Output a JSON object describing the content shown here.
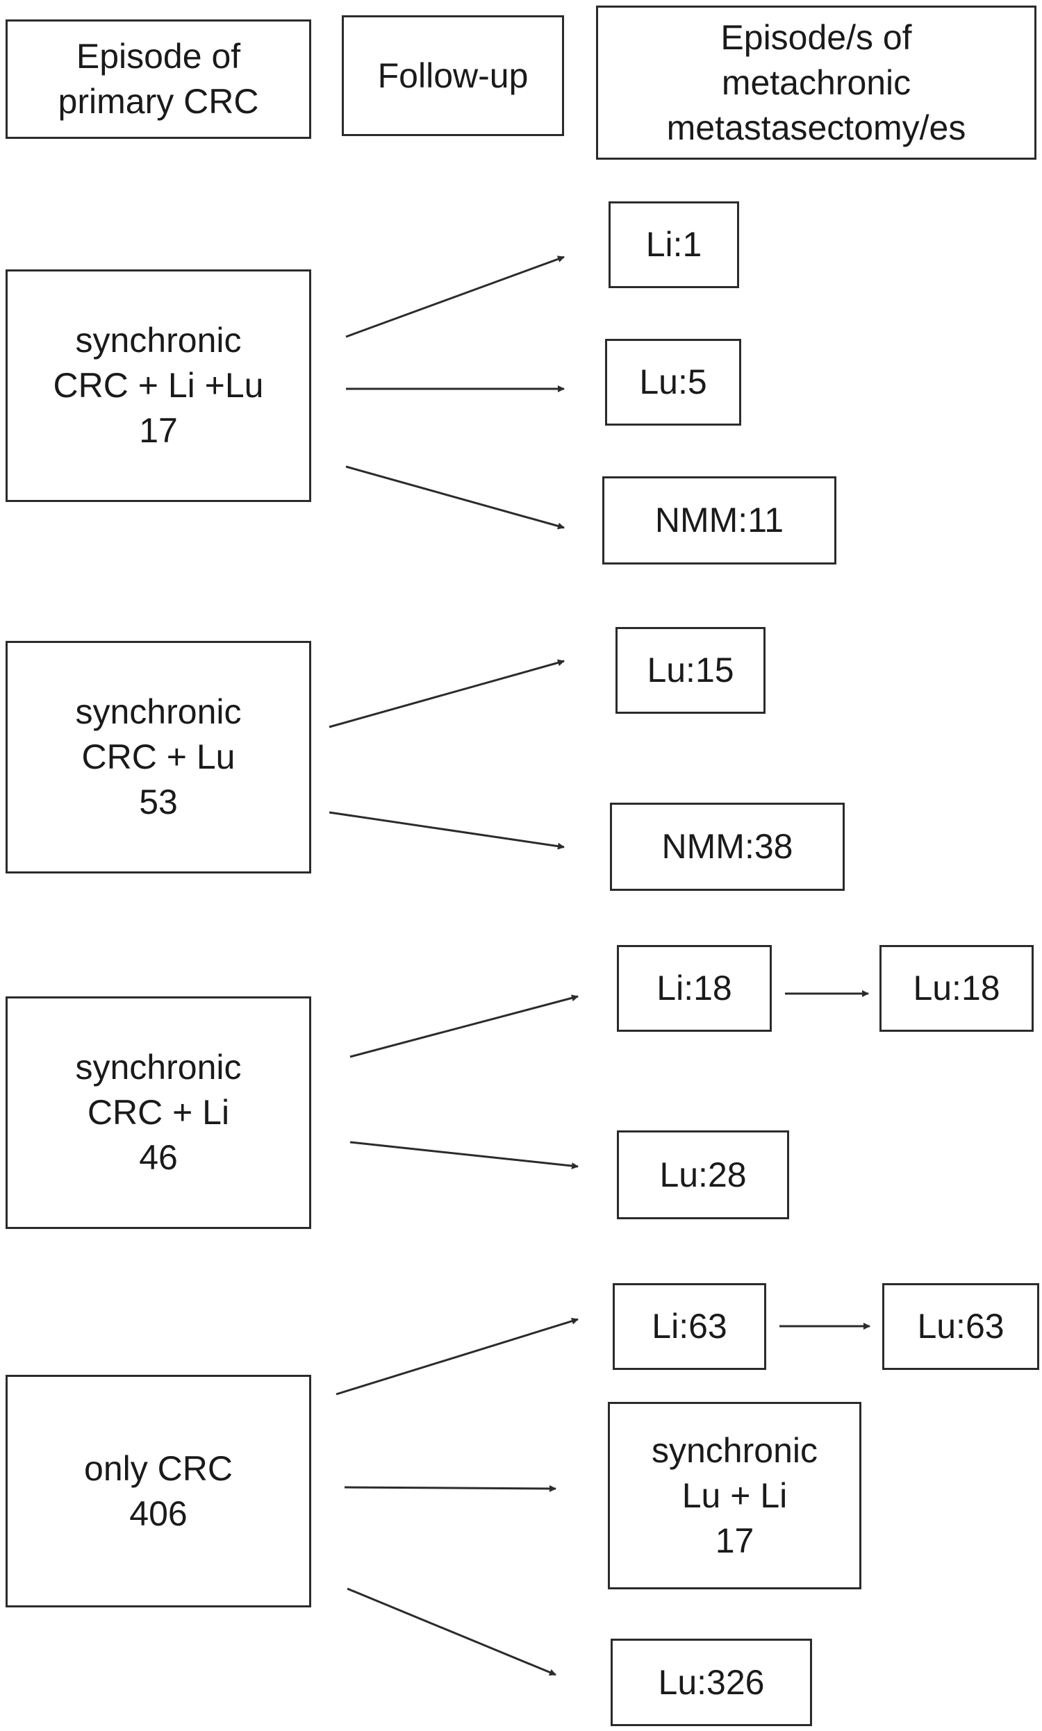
{
  "colors": {
    "line": "#2b2b2b",
    "text": "#1a1a1a",
    "background": "#ffffff"
  },
  "headers": {
    "primary": [
      "Episode of",
      "primary CRC"
    ],
    "follow_up": [
      "Follow-up"
    ],
    "metachronic": [
      "Episode/s of",
      "metachronic",
      "metastasectomy/es"
    ]
  },
  "groups": [
    {
      "source": [
        "synchronic",
        "CRC + Li +Lu",
        "17"
      ],
      "outcomes": [
        {
          "text": [
            "Li:1"
          ]
        },
        {
          "text": [
            "Lu:5"
          ]
        },
        {
          "text": [
            "NMM:11"
          ]
        }
      ]
    },
    {
      "source": [
        "synchronic",
        "CRC + Lu",
        "53"
      ],
      "outcomes": [
        {
          "text": [
            "Lu:15"
          ]
        },
        {
          "text": [
            "NMM:38"
          ]
        }
      ]
    },
    {
      "source": [
        "synchronic",
        "CRC + Li",
        "46"
      ],
      "outcomes": [
        {
          "text": [
            "Li:18"
          ],
          "next": [
            "Lu:18"
          ]
        },
        {
          "text": [
            "Lu:28"
          ]
        }
      ]
    },
    {
      "source": [
        "only CRC",
        "406"
      ],
      "outcomes": [
        {
          "text": [
            "Li:63"
          ],
          "next": [
            "Lu:63"
          ]
        },
        {
          "text": [
            "synchronic",
            "Lu + Li",
            "17"
          ]
        },
        {
          "text": [
            "Lu:326"
          ]
        }
      ]
    }
  ]
}
